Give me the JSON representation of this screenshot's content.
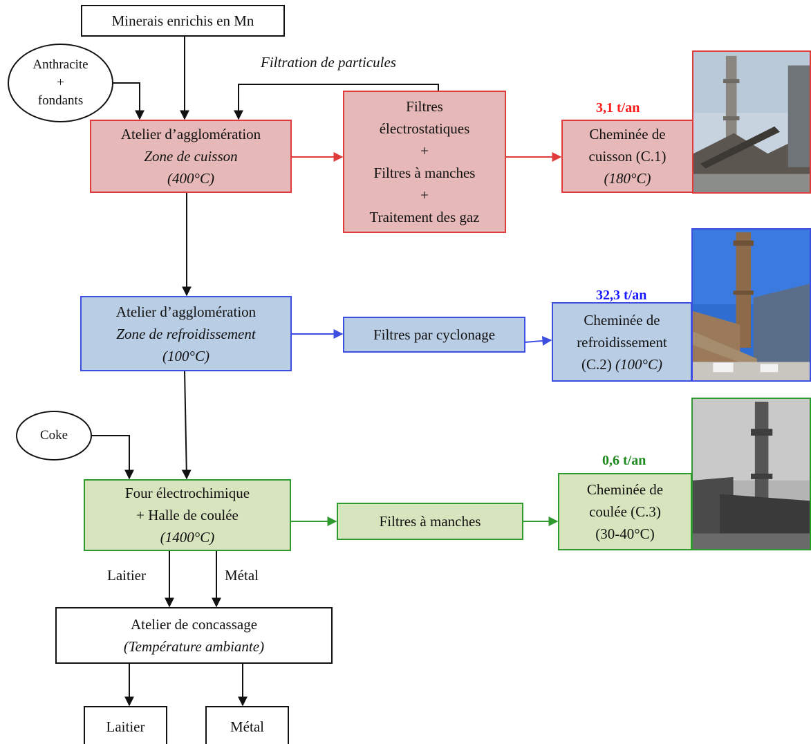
{
  "inputs": {
    "minerais": "Minerais enrichis en Mn",
    "anthracite_l1": "Anthracite",
    "anthracite_l2": "+",
    "anthracite_l3": "fondants",
    "coke": "Coke"
  },
  "filtration_label": "Filtration de particules",
  "agglo_cuisson": {
    "l1": "Atelier d’agglomération",
    "l2": "Zone de cuisson",
    "l3": "(400°C)"
  },
  "filtres_cuisson": {
    "l1": "Filtres",
    "l2": "électrostatiques",
    "l3": "+",
    "l4": "Filtres à manches",
    "l5": "+",
    "l6": "Traitement des gaz"
  },
  "chem_cuisson": {
    "rate": "3,1 t/an",
    "l1": "Cheminée de",
    "l2": "cuisson (C.1)",
    "l3": "(180°C)"
  },
  "agglo_refroid": {
    "l1": "Atelier d’agglomération",
    "l2": "Zone de refroidissement",
    "l3": "(100°C)"
  },
  "filtres_refroid": {
    "label": "Filtres par cyclonage"
  },
  "chem_refroid": {
    "rate": "32,3 t/an",
    "l1": "Cheminée de",
    "l2": "refroidissement",
    "l3a": "(C.2) ",
    "l3b": "(100°C)"
  },
  "four": {
    "l1": "Four électrochimique",
    "l2": "+ Halle de coulée",
    "l3": "(1400°C)"
  },
  "filtres_coulee": {
    "label": "Filtres à manches"
  },
  "chem_coulee": {
    "rate": "0,6 t/an",
    "l1": "Cheminée de",
    "l2": "coulée (C.3)",
    "l3": "(30-40°C)"
  },
  "flow_labels": {
    "laitier": "Laitier",
    "metal": "Métal"
  },
  "concassage": {
    "l1": "Atelier de concassage",
    "l2": "(Température ambiante)"
  },
  "outputs": {
    "laitier": "Laitier",
    "metal": "Métal"
  },
  "colors": {
    "red": "#e03b3b",
    "blue": "#3d4fe0",
    "green": "#2e9a2e",
    "rate_red": "#ff1a1a",
    "rate_blue": "#1a1aff",
    "rate_green": "#1e8a1e"
  }
}
